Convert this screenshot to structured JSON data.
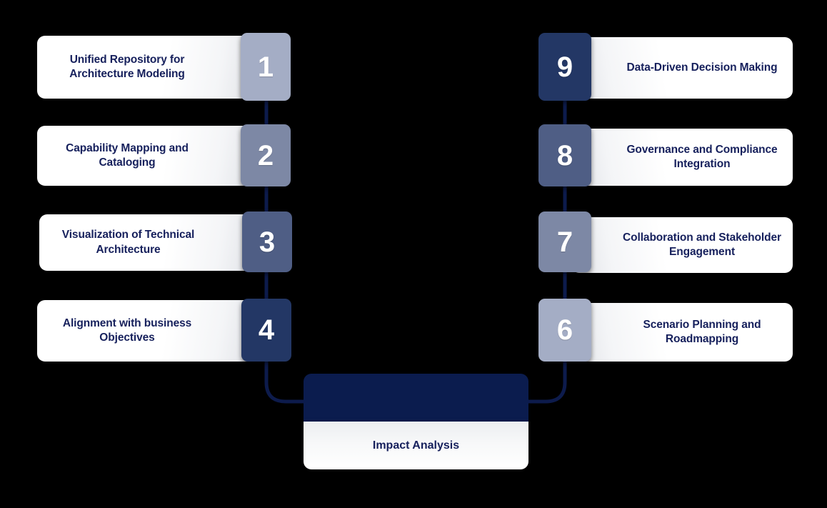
{
  "diagram": {
    "title": "Impact Analysis process flow",
    "background_color": "#000000",
    "text_color": "#16205c",
    "connector_color": "#0d1b4c",
    "center": {
      "label": "Impact Analysis",
      "header_color": "#0b1c4e"
    },
    "left_column": [
      {
        "number": "1",
        "label": "Unified Repository for Architecture Modeling",
        "badge_color": "#a4adc5"
      },
      {
        "number": "2",
        "label": "Capability Mapping and Cataloging",
        "badge_color": "#7d88a5"
      },
      {
        "number": "3",
        "label": "Visualization of Technical Architecture",
        "badge_color": "#4f5e85"
      },
      {
        "number": "4",
        "label": "Alignment with business Objectives",
        "badge_color": "#233765"
      }
    ],
    "right_column": [
      {
        "number": "9",
        "label": "Data-Driven Decision Making",
        "badge_color": "#233765"
      },
      {
        "number": "8",
        "label": "Governance and Compliance Integration",
        "badge_color": "#4f5e85"
      },
      {
        "number": "7",
        "label": "Collaboration and Stakeholder Engagement",
        "badge_color": "#7d88a5"
      },
      {
        "number": "6",
        "label": "Scenario Planning and Roadmapping",
        "badge_color": "#a4adc5"
      }
    ]
  }
}
